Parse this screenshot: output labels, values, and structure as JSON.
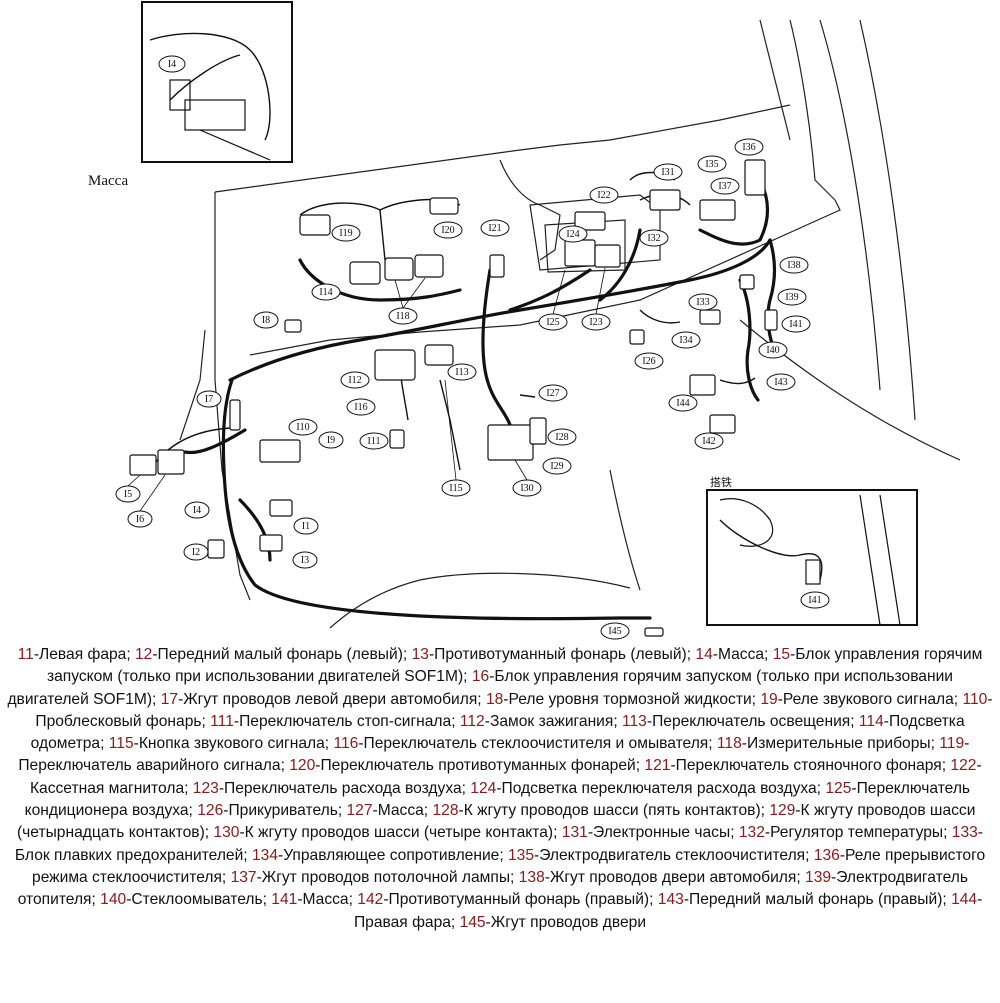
{
  "captions": {
    "mass_inset": "Масса",
    "ground_inset": "搭铁"
  },
  "diagram_labels": {
    "I1": "I1",
    "I2": "I2",
    "I3": "I3",
    "I4": "I4",
    "I4_inset": "I4",
    "I5": "I5",
    "I6": "I6",
    "I7": "I7",
    "I8": "I8",
    "I9": "I9",
    "I10": "I10",
    "I11": "I11",
    "I12": "I12",
    "I13": "I13",
    "I14": "I14",
    "I15": "I15",
    "I16": "I16",
    "I18": "I18",
    "I19": "I19",
    "I20": "I20",
    "I21": "I21",
    "I22": "I22",
    "I23": "I23",
    "I24": "I24",
    "I25": "I25",
    "I26": "I26",
    "I27": "I27",
    "I28": "I28",
    "I29": "I29",
    "I30": "I30",
    "I31": "I31",
    "I32": "I32",
    "I33": "I33",
    "I34": "I34",
    "I35": "I35",
    "I36": "I36",
    "I37": "I37",
    "I38": "I38",
    "I39": "I39",
    "I40": "I40",
    "I41": "I41",
    "I41_inset": "I41",
    "I42": "I42",
    "I43": "I43",
    "I44": "I44",
    "I45": "I45"
  },
  "legend": [
    {
      "num": "11",
      "text": "-Левая фара; "
    },
    {
      "num": "12",
      "text": "-Передний малый фонарь (левый); "
    },
    {
      "num": "13",
      "text": "-Противотуманный фонарь (левый); "
    },
    {
      "num": "14",
      "text": "-Масса; "
    },
    {
      "num": "15",
      "text": "-Блок управления горячим запуском (только при использовании двигателей SOF1M); "
    },
    {
      "num": "16",
      "text": "-Блок управления горячим запуском (только при использовании двигателей SOF1M); "
    },
    {
      "num": "17",
      "text": "-Жгут проводов левой двери автомобиля; "
    },
    {
      "num": "18",
      "text": "-Реле уровня тормозной жидкости; "
    },
    {
      "num": "19",
      "text": "-Реле звукового сигнала; "
    },
    {
      "num": "110",
      "text": "-Проблесковый фонарь; "
    },
    {
      "num": "111",
      "text": "-Переключатель стоп-сигнала; "
    },
    {
      "num": "112",
      "text": "-Замок зажигания; "
    },
    {
      "num": "113",
      "text": "-Переключатель освещения; "
    },
    {
      "num": "114",
      "text": "-Подсветка одометра; "
    },
    {
      "num": "115",
      "text": "-Кнопка звукового сигнала; "
    },
    {
      "num": "116",
      "text": "-Переключатель стеклоочистителя и омывателя; "
    },
    {
      "num": "118",
      "text": "-Измерительные приборы; "
    },
    {
      "num": "119",
      "text": "-Переключатель аварийного сигнала; "
    },
    {
      "num": "120",
      "text": "-Переключатель противотуманных фонарей; "
    },
    {
      "num": "121",
      "text": "-Переключатель стояночного фонаря; "
    },
    {
      "num": "122",
      "text": "-Кассетная магнитола; "
    },
    {
      "num": "123",
      "text": "-Переключатель расхода воздуха; "
    },
    {
      "num": "124",
      "text": "-Подсветка переключателя расхода воздуха; "
    },
    {
      "num": "125",
      "text": "-Переключатель кондиционера воздуха; "
    },
    {
      "num": "126",
      "text": "-Прикуриватель; "
    },
    {
      "num": "127",
      "text": "-Масса; "
    },
    {
      "num": "128",
      "text": "-К жгуту проводов шасси (пять контактов); "
    },
    {
      "num": "129",
      "text": "-К жгуту проводов шасси (четырнадцать контактов); "
    },
    {
      "num": "130",
      "text": "-К жгуту проводов шасси (четыре контакта); "
    },
    {
      "num": "131",
      "text": "-Электронные часы; "
    },
    {
      "num": "132",
      "text": "-Регулятор температуры; "
    },
    {
      "num": "133",
      "text": "-Блок плавких предохранителей; "
    },
    {
      "num": "134",
      "text": "-Управляющее сопротивление; "
    },
    {
      "num": "135",
      "text": "-Электродвигатель стеклоочистителя; "
    },
    {
      "num": "136",
      "text": "-Реле прерывистого режима стеклоочистителя; "
    },
    {
      "num": "137",
      "text": "-Жгут проводов потолочной лампы; "
    },
    {
      "num": "138",
      "text": "-Жгут проводов двери автомобиля; "
    },
    {
      "num": "139",
      "text": "-Электродвигатель отопителя; "
    },
    {
      "num": "140",
      "text": "-Стеклоомыватель; "
    },
    {
      "num": "141",
      "text": "-Масса; "
    },
    {
      "num": "142",
      "text": "-Противотуманный фонарь (правый); "
    },
    {
      "num": "143",
      "text": "-Передний малый фонарь (правый); "
    },
    {
      "num": "144",
      "text": "-Правая фара; "
    },
    {
      "num": "145",
      "text": "-Жгут проводов двери"
    }
  ]
}
